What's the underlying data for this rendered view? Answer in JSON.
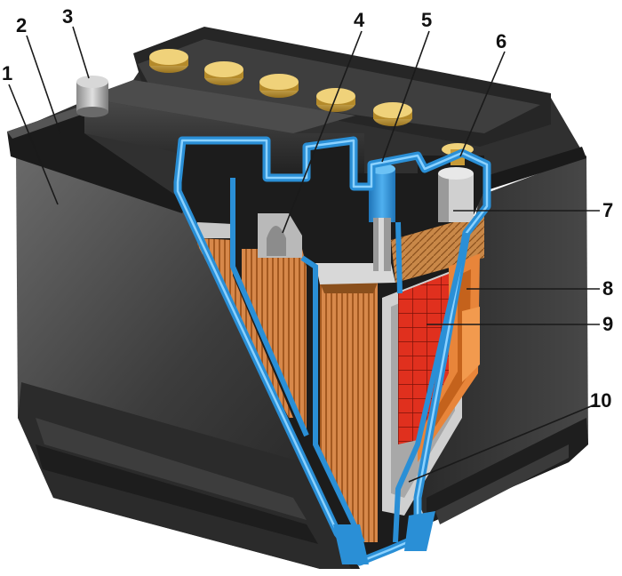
{
  "diagram": {
    "subject": "car-battery-cutaway",
    "callouts": [
      {
        "id": "c1",
        "label": "1"
      },
      {
        "id": "c2",
        "label": "2"
      },
      {
        "id": "c3",
        "label": "3"
      },
      {
        "id": "c4",
        "label": "4"
      },
      {
        "id": "c5",
        "label": "5"
      },
      {
        "id": "c6",
        "label": "6"
      },
      {
        "id": "c7",
        "label": "7"
      },
      {
        "id": "c8",
        "label": "8"
      },
      {
        "id": "c9",
        "label": "9"
      },
      {
        "id": "c10",
        "label": "10"
      }
    ],
    "colors": {
      "casing": "#3a3a3a",
      "casing_dark": "#1f1f1f",
      "casing_light": "#5a5a5a",
      "cut_edge": "#2a8fd6",
      "plates": "#d98a4a",
      "plates_dark": "#a85a22",
      "grid_red": "#e0301e",
      "separator_gray": "#c8c8c8",
      "cap_gold": "#d9b24a"
    }
  }
}
